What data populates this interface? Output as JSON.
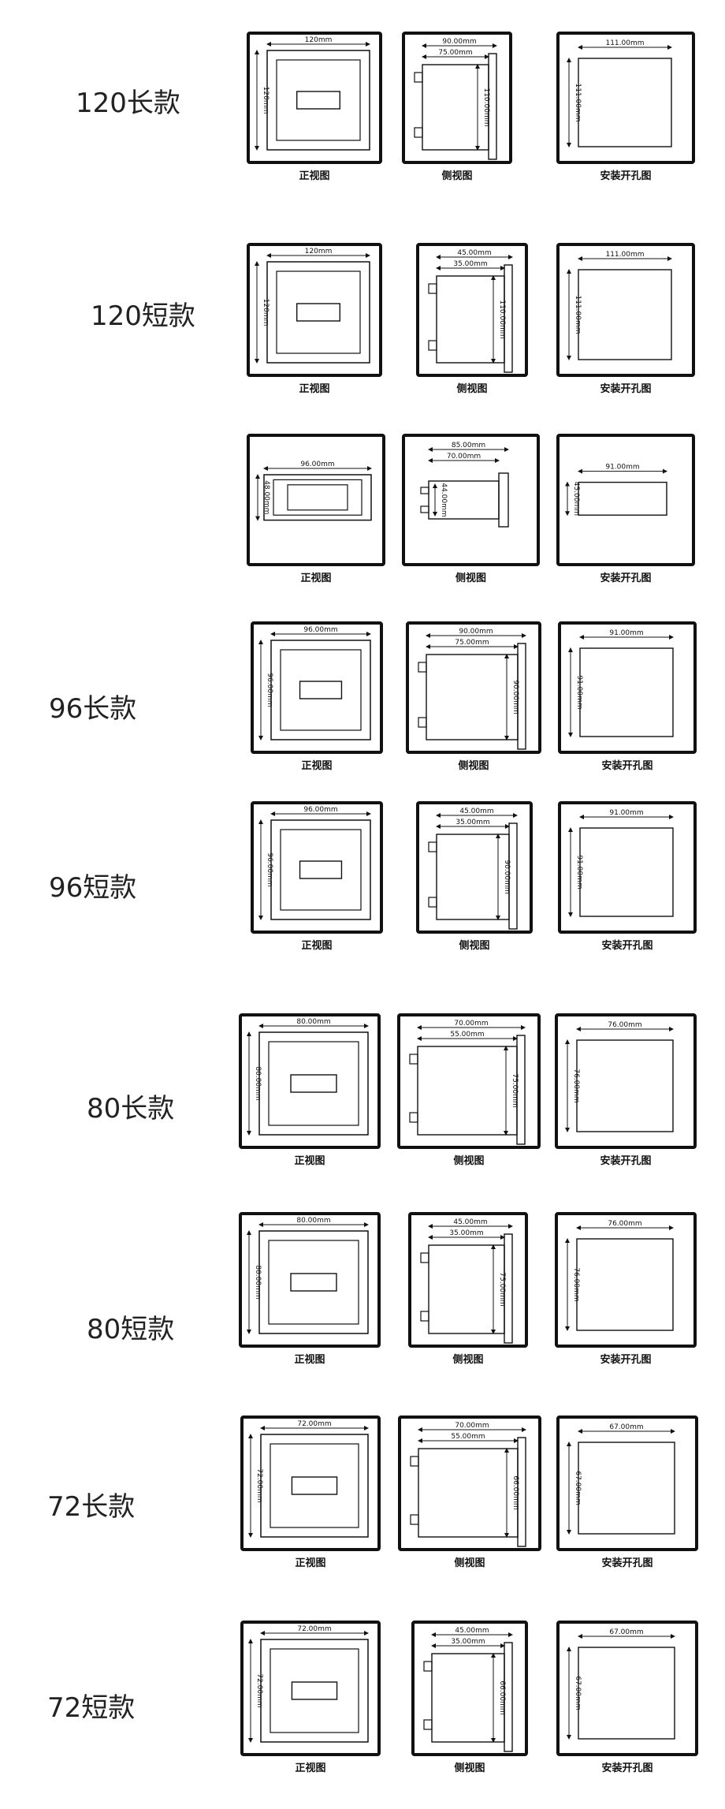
{
  "captions": {
    "front": "正视图",
    "side": "侧视图",
    "cutout": "安装开孔图"
  },
  "rows": [
    {
      "label": "120长款",
      "front_w": "120mm",
      "front_h": "120mm",
      "side_outer": "90.00mm",
      "side_inner": "75.00mm",
      "side_h": "110.00mm",
      "cut_w": "111.00mm",
      "cut_h": "111.00mm"
    },
    {
      "label": "120短款",
      "front_w": "120mm",
      "front_h": "120mm",
      "side_outer": "45.00mm",
      "side_inner": "35.00mm",
      "side_h": "110.00mm",
      "cut_w": "111.00mm",
      "cut_h": "111.00mm"
    },
    {
      "label": "",
      "front_w": "96.00mm",
      "front_h": "48.00mm",
      "side_outer": "85.00mm",
      "side_inner": "70.00mm",
      "side_h": "44.00mm",
      "cut_w": "91.00mm",
      "cut_h": "45.00mm"
    },
    {
      "label": "96长款",
      "front_w": "96.00mm",
      "front_h": "96.00mm",
      "side_outer": "90.00mm",
      "side_inner": "75.00mm",
      "side_h": "90.00mm",
      "cut_w": "91.00mm",
      "cut_h": "91.00mm"
    },
    {
      "label": "96短款",
      "front_w": "96.00mm",
      "front_h": "96.00mm",
      "side_outer": "45.00mm",
      "side_inner": "35.00mm",
      "side_h": "90.00mm",
      "cut_w": "91.00mm",
      "cut_h": "91.00mm"
    },
    {
      "label": "80长款",
      "front_w": "80.00mm",
      "front_h": "80.00mm",
      "side_outer": "70.00mm",
      "side_inner": "55.00mm",
      "side_h": "75.00mm",
      "cut_w": "76.00mm",
      "cut_h": "76.00mm"
    },
    {
      "label": "80短款",
      "front_w": "80.00mm",
      "front_h": "80.00mm",
      "side_outer": "45.00mm",
      "side_inner": "35.00mm",
      "side_h": "75.00mm",
      "cut_w": "76.00mm",
      "cut_h": "76.00mm"
    },
    {
      "label": "72长款",
      "front_w": "72.00mm",
      "front_h": "72.00mm",
      "side_outer": "70.00mm",
      "side_inner": "55.00mm",
      "side_h": "66.00mm",
      "cut_w": "67.00mm",
      "cut_h": "67.00mm"
    },
    {
      "label": "72短款",
      "front_w": "72.00mm",
      "front_h": "72.00mm",
      "side_outer": "45.00mm",
      "side_inner": "35.00mm",
      "side_h": "66.00mm",
      "cut_w": "67.00mm",
      "cut_h": "67.00mm"
    }
  ]
}
